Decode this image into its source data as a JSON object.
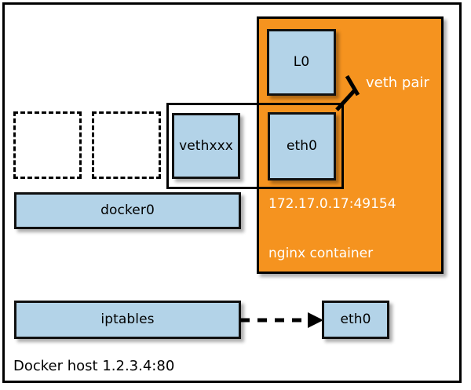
{
  "diagram": {
    "title": "Docker host networking diagram",
    "host": {
      "caption": "Docker host 1.2.3.4:80"
    },
    "colors": {
      "node_fill": "#b3d3e8",
      "container_fill": "#f5931f",
      "stroke": "#000000",
      "container_text": "#ffffff"
    },
    "nodes": {
      "lo": "L0",
      "eth0_container": "eth0",
      "vethxxx": "vethxxx",
      "docker0": "docker0",
      "iptables": "iptables",
      "eth0_host": "eth0"
    },
    "container": {
      "address": "172.17.0.17:49154",
      "name": "nginx container"
    },
    "annotations": {
      "veth_pair": "veth pair"
    },
    "placeholders": [
      {
        "name": "empty-slot-1"
      },
      {
        "name": "empty-slot-2"
      }
    ]
  }
}
